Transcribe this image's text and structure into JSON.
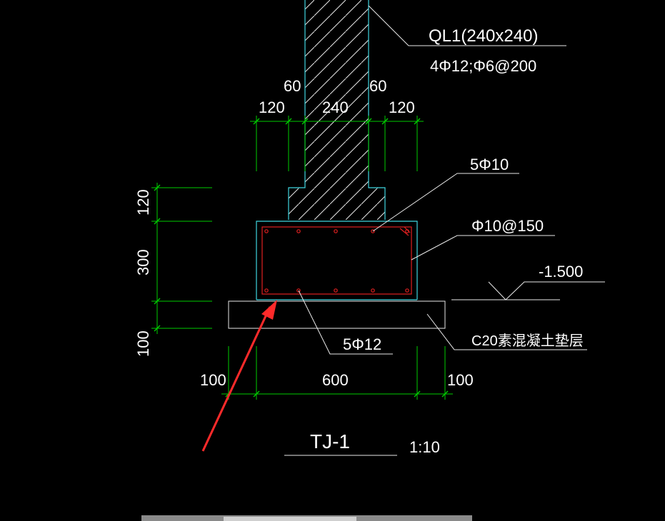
{
  "labels": {
    "beam_name": "QL1(240x240)",
    "beam_rebar": "4Φ12;Φ6@200",
    "top_rebar": "5Φ10",
    "stirrup": "Φ10@150",
    "elevation": "-1.500",
    "bottom_rebar": "5Φ12",
    "cushion": "C20素混凝土垫层",
    "title": "TJ-1",
    "scale": "1:10"
  },
  "dims": {
    "h_offset_left": "60",
    "h_offset_right": "60",
    "h_left": "120",
    "h_mid": "240",
    "h_right": "120",
    "v_top": "120",
    "v_mid": "300",
    "v_bot": "100",
    "b_left": "100",
    "b_mid": "600",
    "b_right": "100"
  },
  "colors": {
    "dimension": "#00cc00",
    "outline": "#3fd5e0",
    "rebar": "#e02020",
    "leader": "#e8e8e8",
    "arrow": "#ff2a2a"
  }
}
